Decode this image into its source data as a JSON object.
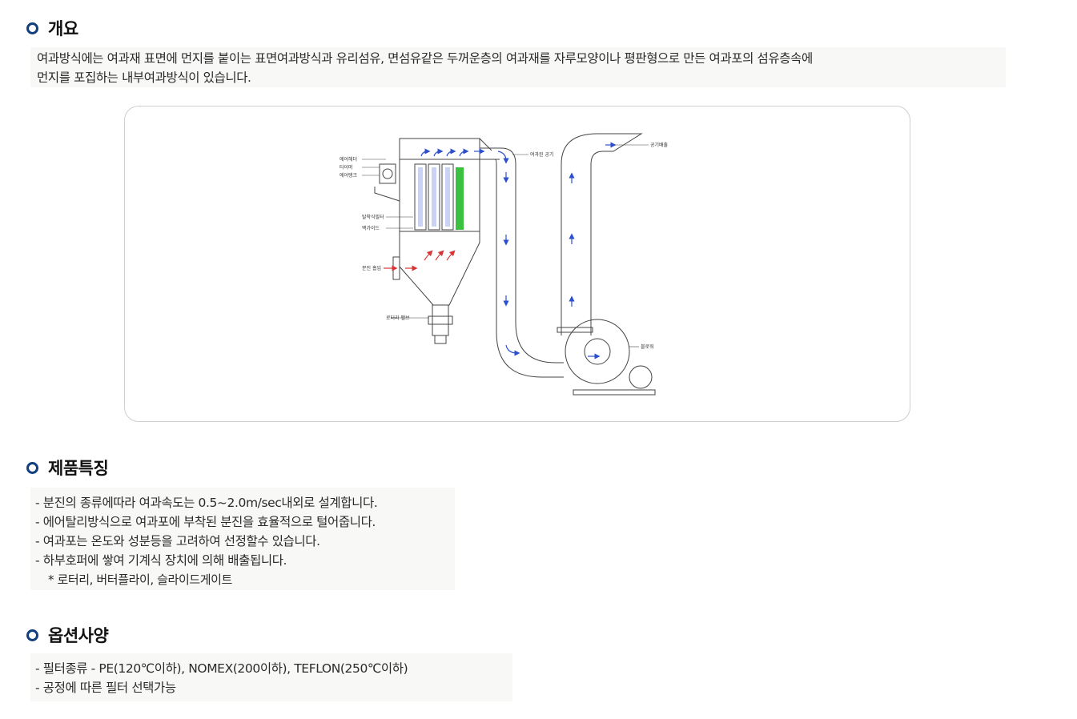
{
  "overview": {
    "title": "개요",
    "lines": [
      "여과방식에는 여과재 표면에 먼지를 붙이는 표면여과방식과 유리섬유, 면섬유같은 두꺼운층의 여과재를 자루모양이나 평판형으로 만든 여과포의 섬유층속에",
      "먼지를 포집하는 내부여과방식이 있습니다."
    ]
  },
  "diagram": {
    "labels": {
      "air_header": "에어헤더",
      "timer": "타이머",
      "air_tank": "에어탱크",
      "bag_filter": "탈착식필터",
      "bag_guide": "백가이드",
      "dust_inlet": "분진 흡입",
      "rotary_valve": "로터리 밸브",
      "clean_air": "여과된 공기",
      "air_exhaust": "공기배출",
      "blower": "블로워"
    },
    "colors": {
      "flow_arrow": "#2b4fcf",
      "dust_arrow": "#d93434",
      "filter_green": "#39c13f",
      "line": "#444444"
    }
  },
  "features": {
    "title": "제품특징",
    "items": [
      "- 분진의 종류에따라 여과속도는 0.5~2.0m/sec내외로 설계합니다.",
      "- 에어탈리방식으로 여과포에 부착된 분진을 효율적으로 털어줍니다.",
      "- 여과포는 온도와 성분등을 고려하여 선정할수 있습니다.",
      "- 하부호퍼에 쌓여 기계식 장치에 의해 배출됩니다."
    ],
    "note": "* 로터리, 버터플라이, 슬라이드게이트"
  },
  "options": {
    "title": "옵션사양",
    "items": [
      "- 필터종류 - PE(120℃이하), NOMEX(200이하), TEFLON(250℃이하)",
      "- 공정에 따른 필터 선택가능"
    ]
  }
}
